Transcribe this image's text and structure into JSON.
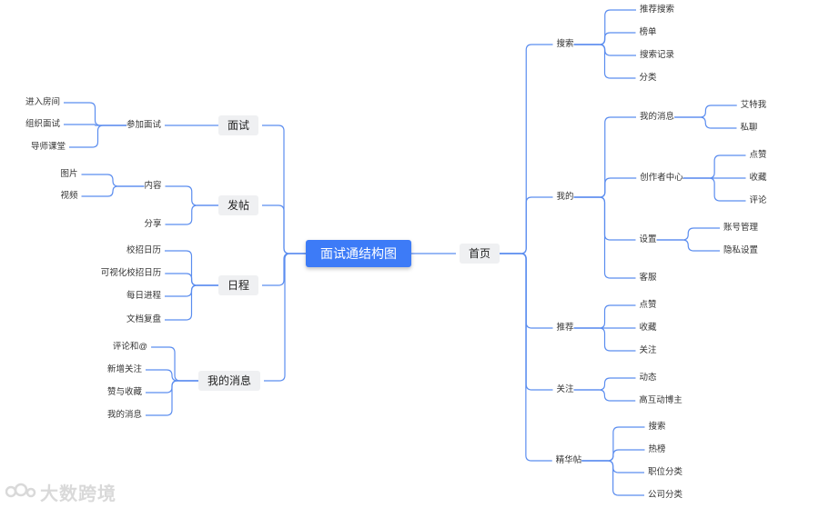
{
  "diagram": {
    "root": "面试通结构图",
    "colors": {
      "root_bg": "#3d7bf7",
      "branch_bg": "#eff0f2",
      "link": "#5b8def"
    },
    "left": [
      {
        "label": "面试",
        "children": [
          {
            "label": "参加面试",
            "children": [
              {
                "label": "进入房间"
              },
              {
                "label": "组织面试"
              },
              {
                "label": "导师课堂"
              }
            ]
          }
        ]
      },
      {
        "label": "发帖",
        "children": [
          {
            "label": "内容",
            "children": [
              {
                "label": "图片"
              },
              {
                "label": "视频"
              }
            ]
          },
          {
            "label": "分享"
          }
        ]
      },
      {
        "label": "日程",
        "children": [
          {
            "label": "校招日历"
          },
          {
            "label": "可视化校招日历"
          },
          {
            "label": "每日进程"
          },
          {
            "label": "文档复盘"
          }
        ]
      },
      {
        "label": "我的消息",
        "children": [
          {
            "label": "评论和@"
          },
          {
            "label": "新增关注"
          },
          {
            "label": "赞与收藏"
          },
          {
            "label": "我的消息"
          }
        ]
      }
    ],
    "right": [
      {
        "label": "首页",
        "children": [
          {
            "label": "搜索",
            "children": [
              {
                "label": "推荐搜索"
              },
              {
                "label": "榜单"
              },
              {
                "label": "搜索记录"
              },
              {
                "label": "分类"
              }
            ]
          },
          {
            "label": "我的",
            "children": [
              {
                "label": "我的消息",
                "children": [
                  {
                    "label": "艾特我"
                  },
                  {
                    "label": "私聊"
                  }
                ]
              },
              {
                "label": "创作者中心",
                "children": [
                  {
                    "label": "点赞"
                  },
                  {
                    "label": "收藏"
                  },
                  {
                    "label": "评论"
                  }
                ]
              },
              {
                "label": "设置",
                "children": [
                  {
                    "label": "账号管理"
                  },
                  {
                    "label": "隐私设置"
                  }
                ]
              },
              {
                "label": "客服"
              }
            ]
          },
          {
            "label": "推荐",
            "children": [
              {
                "label": "点赞"
              },
              {
                "label": "收藏"
              },
              {
                "label": "关注"
              }
            ]
          },
          {
            "label": "关注",
            "children": [
              {
                "label": "动态"
              },
              {
                "label": "高互动博主"
              }
            ]
          },
          {
            "label": "精华帖",
            "children": [
              {
                "label": "搜索"
              },
              {
                "label": "热榜"
              },
              {
                "label": "职位分类"
              },
              {
                "label": "公司分类"
              }
            ]
          }
        ]
      }
    ]
  },
  "watermark": {
    "text": "大数跨境"
  }
}
